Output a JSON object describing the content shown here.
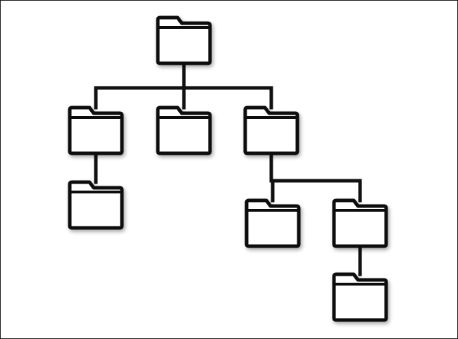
{
  "diagram": {
    "type": "folder-tree",
    "stroke_color": "#111111",
    "fill_color": "#ffffff",
    "shadow_color": "#bdbdbd",
    "icon": "folder-icon",
    "nodes": [
      {
        "id": "root",
        "parent": null
      },
      {
        "id": "child-1",
        "parent": "root"
      },
      {
        "id": "child-2",
        "parent": "root"
      },
      {
        "id": "child-3",
        "parent": "root"
      },
      {
        "id": "grandchild-1-1",
        "parent": "child-1"
      },
      {
        "id": "grandchild-3-1",
        "parent": "child-3"
      },
      {
        "id": "grandchild-3-2",
        "parent": "child-3"
      },
      {
        "id": "great-grandchild-3-2-1",
        "parent": "grandchild-3-2"
      }
    ]
  }
}
